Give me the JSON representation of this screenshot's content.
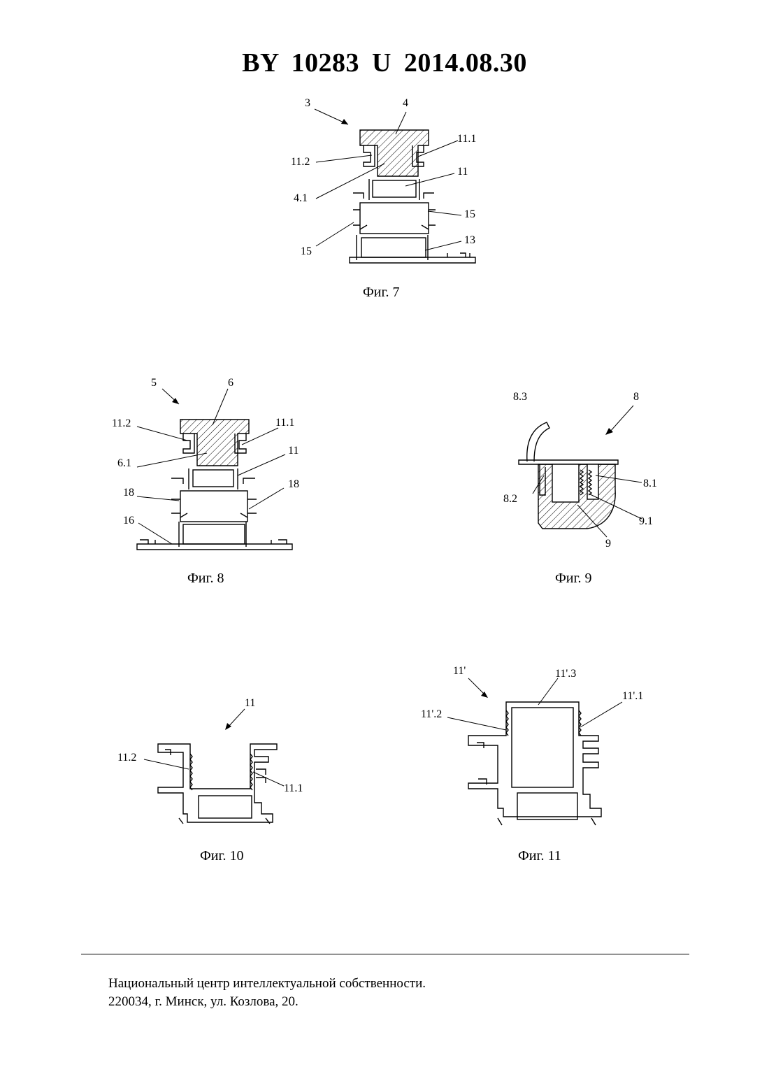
{
  "header": {
    "title": "BY  10283  U  2014.08.30"
  },
  "figures": {
    "fig7": {
      "caption": "Фиг. 7",
      "labels": {
        "l3": "3",
        "l4": "4",
        "l11_1": "11.1",
        "l11_2": "11.2",
        "l11": "11",
        "l4_1": "4.1",
        "l15a": "15",
        "l15b": "15",
        "l13": "13"
      }
    },
    "fig8": {
      "caption": "Фиг. 8",
      "labels": {
        "l5": "5",
        "l6": "6",
        "l11_2": "11.2",
        "l11_1": "11.1",
        "l6_1": "6.1",
        "l11": "11",
        "l18a": "18",
        "l18b": "18",
        "l16": "16"
      }
    },
    "fig9": {
      "caption": "Фиг. 9",
      "labels": {
        "l8_3": "8.3",
        "l8": "8",
        "l8_1": "8.1",
        "l8_2": "8.2",
        "l9_1": "9.1",
        "l9": "9"
      }
    },
    "fig10": {
      "caption": "Фиг. 10",
      "labels": {
        "l11": "11",
        "l11_2": "11.2",
        "l11_1": "11.1"
      }
    },
    "fig11": {
      "caption": "Фиг. 11",
      "labels": {
        "l11p": "11'",
        "l11p_3": "11'.3",
        "l11p_1": "11'.1",
        "l11p_2": "11'.2"
      }
    }
  },
  "footer": {
    "line1": "Национальный центр интеллектуальной собственности.",
    "line2": "220034, г. Минск, ул. Козлова, 20."
  }
}
